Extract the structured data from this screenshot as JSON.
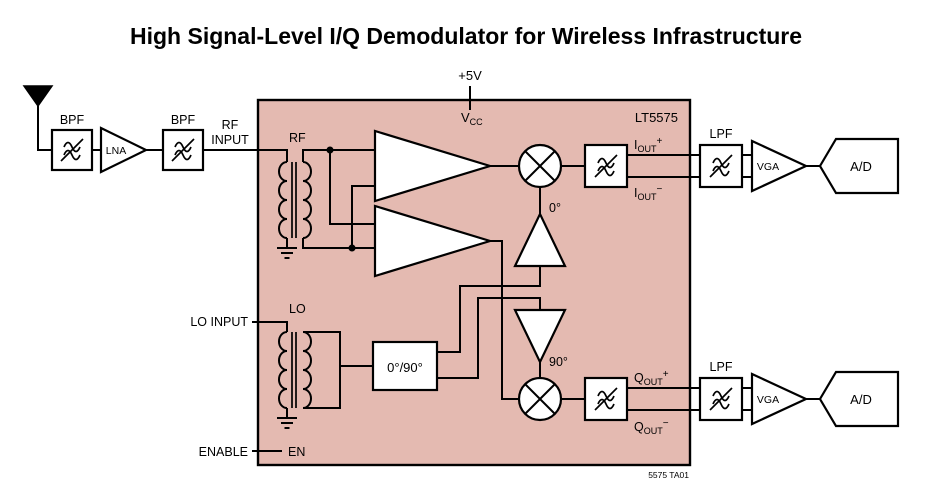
{
  "title": "High Signal-Level I/Q Demodulator for Wireless Infrastructure",
  "colors": {
    "chip_fill": "#e4bab1",
    "stroke": "#000000",
    "background": "#ffffff"
  },
  "chip": {
    "name": "LT5575",
    "supply_label": "+5V",
    "vcc": {
      "base": "V",
      "sub": "CC"
    },
    "rf_pin": "RF",
    "lo_pin": "LO",
    "en_pin": "EN",
    "phase_splitter": "0°/90°",
    "phase_0": "0°",
    "phase_90": "90°",
    "fig_ref": "5575 TA01"
  },
  "input_chain": {
    "bpf1": "BPF",
    "lna": "LNA",
    "bpf2": "BPF",
    "rf_input_line1": "RF",
    "rf_input_line2": "INPUT",
    "lo_input": "LO INPUT",
    "enable": "ENABLE"
  },
  "outputs": {
    "i_plus": {
      "base": "I",
      "sub": "OUT",
      "sign": "+"
    },
    "i_minus": {
      "base": "I",
      "sub": "OUT",
      "sign": "−"
    },
    "q_plus": {
      "base": "Q",
      "sub": "OUT",
      "sign": "+"
    },
    "q_minus": {
      "base": "Q",
      "sub": "OUT",
      "sign": "−"
    }
  },
  "output_chain": {
    "lpf": "LPF",
    "vga": "VGA",
    "adc": "A/D"
  }
}
